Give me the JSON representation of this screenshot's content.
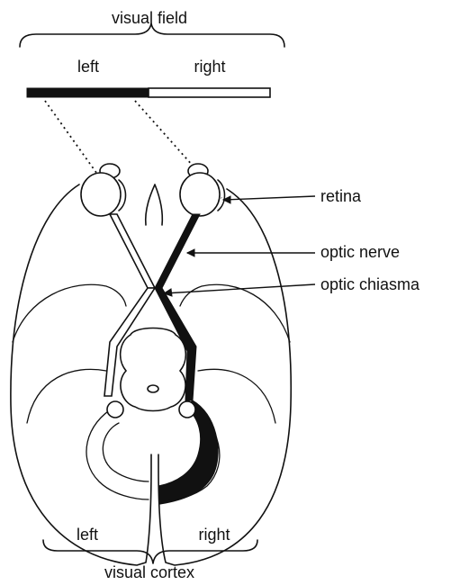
{
  "title": "visual field",
  "field_left": "left",
  "field_right": "right",
  "labels": {
    "retina": "retina",
    "optic_nerve": "optic nerve",
    "optic_chiasma": "optic chiasma"
  },
  "cortex_left": "left",
  "cortex_right": "right",
  "bottom_title": "visual cortex"
}
